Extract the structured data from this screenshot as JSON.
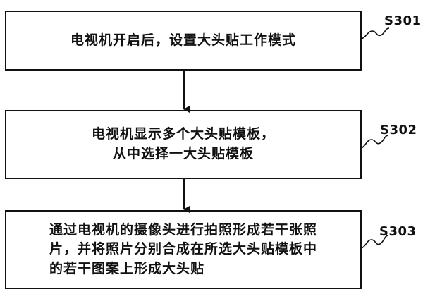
{
  "steps": [
    {
      "id": "S301",
      "text_lines": [
        "电视机开启后，设置大头贴工作模式"
      ]
    },
    {
      "id": "S302",
      "text_lines": [
        "电视机显示多个大头贴模板，",
        "从中选择一大头贴模板"
      ]
    },
    {
      "id": "S303",
      "text_lines": [
        "通过电视机的摄像头进行拍照形成若干张照",
        "片，并将照片分别合成在所选大头贴模板中",
        "的若干图案上形成大头贴"
      ]
    }
  ]
}
